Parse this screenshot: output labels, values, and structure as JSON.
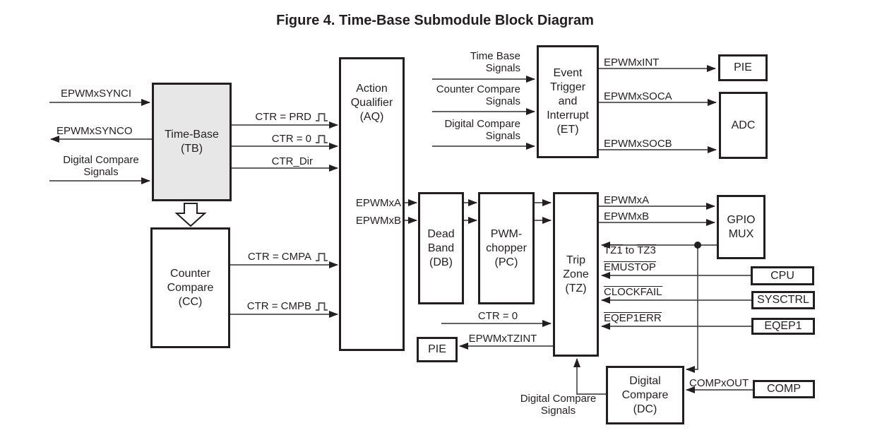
{
  "title": "Figure 4. Time-Base Submodule Block Diagram",
  "colors": {
    "background": "#ffffff",
    "line": "#4d4d4d",
    "border": "#231f20",
    "time_base_fill": "#e7e7e8",
    "text": "#231f20"
  },
  "blocks": {
    "time_base": {
      "label": "Time-Base\n(TB)"
    },
    "counter_compare": {
      "label": "Counter\nCompare\n(CC)"
    },
    "action_qualifier": {
      "label": "Action\nQualifier\n(AQ)"
    },
    "event_trigger": {
      "label": "Event\nTrigger\nand\nInterrupt\n(ET)"
    },
    "pie_top": {
      "label": "PIE"
    },
    "adc": {
      "label": "ADC"
    },
    "dead_band": {
      "label": "Dead\nBand\n(DB)"
    },
    "pwm_chopper": {
      "label": "PWM-\nchopper\n(PC)"
    },
    "trip_zone": {
      "label": "Trip\nZone\n(TZ)"
    },
    "gpio_mux": {
      "label": "GPIO\nMUX"
    },
    "cpu": {
      "label": "CPU"
    },
    "sysctrl": {
      "label": "SYSCTRL"
    },
    "eqep1": {
      "label": "EQEP1"
    },
    "pie_bottom": {
      "label": "PIE"
    },
    "digital_compare": {
      "label": "Digital\nCompare\n(DC)"
    },
    "comp": {
      "label": "COMP"
    }
  },
  "signals": {
    "epwmxsynci": "EPWMxSYNCI",
    "epwmxsynco": "EPWMxSYNCO",
    "digital_compare_signals_left": "Digital Compare\nSignals",
    "ctr_prd": "CTR = PRD",
    "ctr_zero": "CTR = 0",
    "ctr_dir": "CTR_Dir",
    "ctr_cmpa": "CTR = CMPA",
    "ctr_cmpb": "CTR = CMPB",
    "aq_epwmxa": "EPWMxA",
    "aq_epwmxb": "EPWMxB",
    "time_base_signals": "Time Base\nSignals",
    "counter_compare_signals": "Counter Compare\nSignals",
    "digital_compare_signals_et": "Digital Compare\nSignals",
    "epwmxint": "EPWMxINT",
    "epwmxsoca": "EPWMxSOCA",
    "epwmxsocb": "EPWMxSOCB",
    "epwmxa_out": "EPWMxA",
    "epwmxb_out": "EPWMxB",
    "tz_range": {
      "tz1": "TZ1",
      "to": "to",
      "tz3": "TZ3"
    },
    "emustop": "EMUSTOP",
    "clockfail": "CLOCKFAIL",
    "eqep1err": "EQEP1ERR",
    "ctr_zero_tz": "CTR = 0",
    "epwmxtzint": "EPWMxTZINT",
    "compxout": "COMPxOUT",
    "digital_compare_signals_bottom": "Digital Compare\nSignals"
  }
}
